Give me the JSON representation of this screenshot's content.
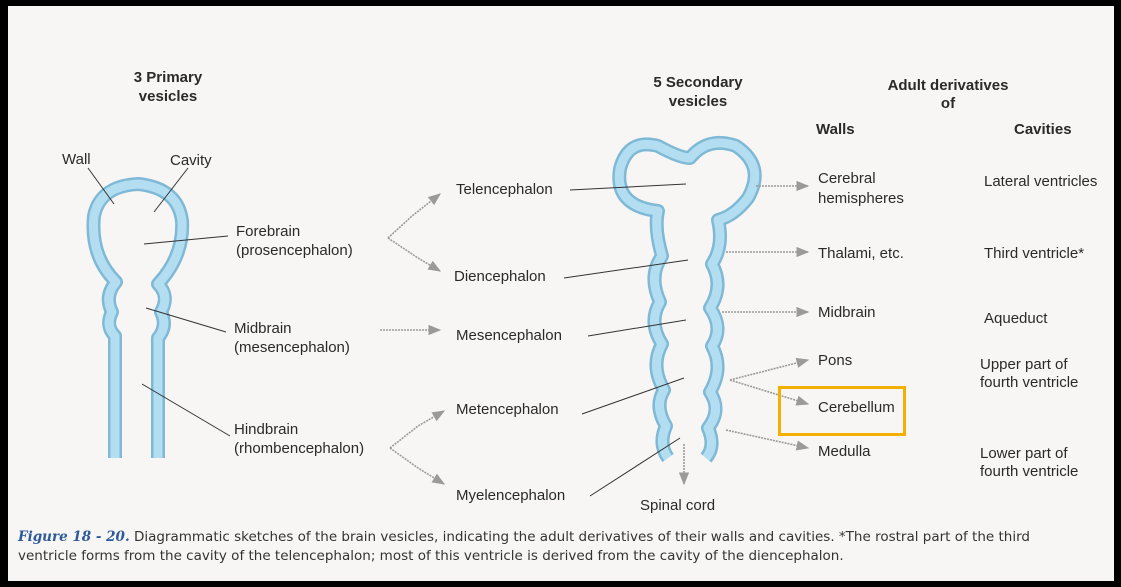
{
  "headings": {
    "primary_line1": "3 Primary",
    "primary_line2": "vesicles",
    "secondary_line1": "5 Secondary",
    "secondary_line2": "vesicles",
    "adult_line1": "Adult derivatives",
    "adult_line2": "of",
    "walls": "Walls",
    "cavities": "Cavities"
  },
  "primary_labels": {
    "wall": "Wall",
    "cavity": "Cavity",
    "forebrain": "Forebrain",
    "forebrain_latin": "(prosencephalon)",
    "midbrain": "Midbrain",
    "midbrain_latin": "(mesencephalon)",
    "hindbrain": "Hindbrain",
    "hindbrain_latin": "(rhombencephalon)"
  },
  "secondary_labels": {
    "telencephalon": "Telencephalon",
    "diencephalon": "Diencephalon",
    "mesencephalon": "Mesencephalon",
    "metencephalon": "Metencephalon",
    "myelencephalon": "Myelencephalon",
    "spinal_cord": "Spinal cord"
  },
  "walls": {
    "cerebral_line1": "Cerebral",
    "cerebral_line2": "hemispheres",
    "thalami": "Thalami, etc.",
    "midbrain": "Midbrain",
    "pons": "Pons",
    "cerebellum": "Cerebellum",
    "medulla": "Medulla"
  },
  "cavities": {
    "lateral": "Lateral ventricles",
    "third": "Third ventricle*",
    "aqueduct": "Aqueduct",
    "upper_line1": "Upper part of",
    "upper_line2": "fourth ventricle",
    "lower_line1": "Lower part of",
    "lower_line2": "fourth ventricle"
  },
  "caption": {
    "figure_label": "Figure 18 - 20.",
    "line1": " Diagrammatic sketches of the brain vesicles, indicating the adult derivatives of their walls and cavities. *The rostral part of the third",
    "line2": "ventricle forms from the cavity of the telencephalon; most of this ventricle is derived from the cavity of the diencephalon."
  },
  "colors": {
    "vesicle_fill": "#a9d8ef",
    "vesicle_outline": "#7fb9d6",
    "highlight": "#f4b000",
    "caption_label": "#2d5a9c"
  }
}
